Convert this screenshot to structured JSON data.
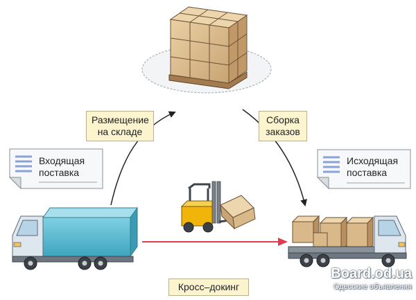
{
  "labels": {
    "warehouse_placement": [
      "Размещение",
      "на складе"
    ],
    "order_assembly": [
      "Сборка",
      "заказов"
    ],
    "cross_docking": "Кросс–докинг"
  },
  "documents": {
    "inbound": [
      "Входящая",
      "поставка"
    ],
    "outbound": [
      "Исходящая",
      "поставка"
    ]
  },
  "watermark": {
    "site": "Board.od.ua",
    "tagline": "Одесские объявления"
  },
  "colors": {
    "truck_cargo": "#4fb8cf",
    "truck_cab": "#dfe7ee",
    "box": "#d9b98a",
    "forklift": "#f1b40a",
    "cross_dock_arrow": "#e23a4e",
    "label_bg": "#fbf4cf"
  }
}
